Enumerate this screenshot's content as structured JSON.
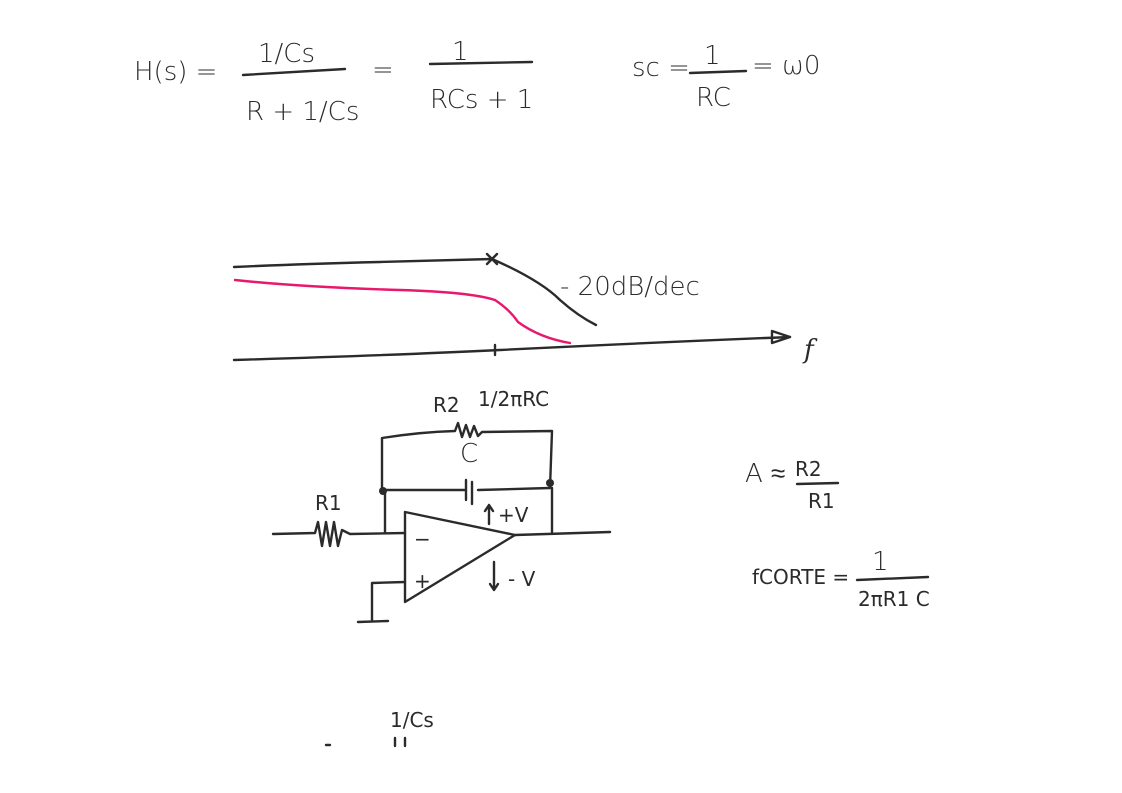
{
  "equations": {
    "h_lhs": "H(s) =",
    "h_num1": "1/Cs",
    "h_den1": "R + 1/Cs",
    "equals": "=",
    "h_num2": "1",
    "h_den2": "RCs + 1",
    "sc_lhs": "sc =",
    "sc_num": "1",
    "sc_den": "RC",
    "sc_rhs": "= ω0"
  },
  "bode": {
    "slope_label": "- 20dB/dec",
    "axis_label": "f",
    "cutoff_label": "1/2πRC"
  },
  "circuit": {
    "r2_label": "R2",
    "c_label": "C",
    "r1_label": "R1",
    "minus_input": "−",
    "plus_input": "+",
    "vplus": "+V",
    "vminus": "- V",
    "bottom_note": "1/Cs"
  },
  "formulas": {
    "gain_lhs": "A ≈",
    "gain_num": "R2",
    "gain_den": "R1",
    "fc_lhs": "fCORTE =",
    "fc_num": "1",
    "fc_den": "2πR1 C"
  },
  "colors": {
    "ink": "#2b2b2b",
    "response": "#e8186d"
  }
}
